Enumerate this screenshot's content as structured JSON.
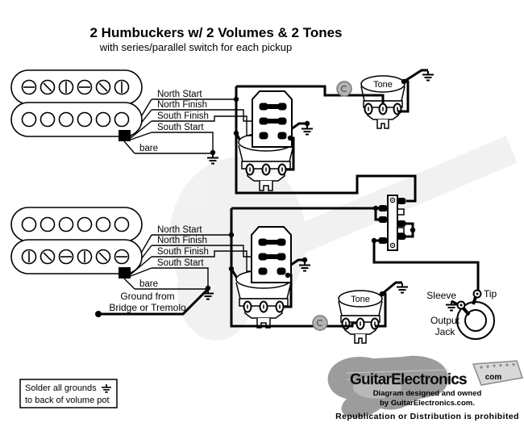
{
  "header": {
    "title": "2 Humbuckers w/ 2 Volumes & 2 Tones",
    "subtitle": "with series/parallel switch for each pickup"
  },
  "pickup_wires": {
    "north_start": "North Start",
    "north_finish": "North Finish",
    "south_finish": "South Finish",
    "south_start": "South Start",
    "bare": "bare"
  },
  "components": {
    "tone_label": "Tone"
  },
  "annotations": {
    "bridge_ground": {
      "line1": "Ground from",
      "line2": "Bridge or Tremolo"
    },
    "ground_note": {
      "line1": "Solder all grounds",
      "line2": "to back of volume pot"
    }
  },
  "output_jack": {
    "sleeve": "Sleeve",
    "tip": "Tip",
    "label_line1": "Output",
    "label_line2": "Jack"
  },
  "logo": {
    "brand": "GuitarElectronics",
    "tld": "com",
    "tagline1": "Diagram designed and owned",
    "tagline2": "by GuitarElectronics.com.",
    "prohibited": "Republication or Distribution is prohibited"
  },
  "colors": {
    "wire": "#000000",
    "capacitor": "#b3b3b3",
    "logo_gray": "#8a8a8a",
    "background": "#ffffff"
  }
}
